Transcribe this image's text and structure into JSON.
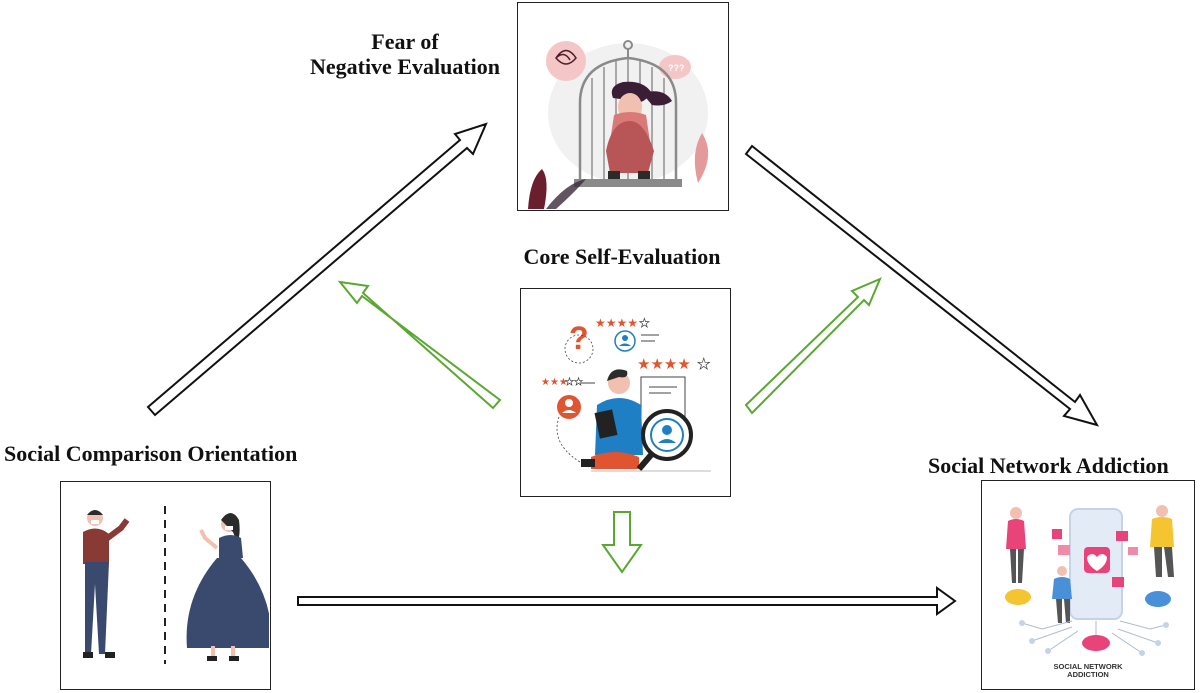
{
  "nodes": {
    "fear": {
      "line1": "Fear of",
      "line2": "Negative Evaluation"
    },
    "core": {
      "label": "Core Self-Evaluation"
    },
    "sco": {
      "label": "Social Comparison Orientation"
    },
    "sna": {
      "label": "Social Network Addiction",
      "image_caption_line1": "SOCIAL NETWORK",
      "image_caption_line2": "ADDICTION"
    }
  },
  "colors": {
    "main_arrow": "#111111",
    "moderator_arrow": "#5aa832",
    "accent_red": "#e0552f",
    "accent_blue": "#1f7fc4",
    "accent_pink": "#e8447a"
  },
  "icons": {
    "fear_image": "caged-girl-illustration",
    "core_image": "self-evaluation-illustration",
    "sco_image": "two-people-comparison-illustration",
    "sna_image": "social-network-phone-illustration"
  }
}
